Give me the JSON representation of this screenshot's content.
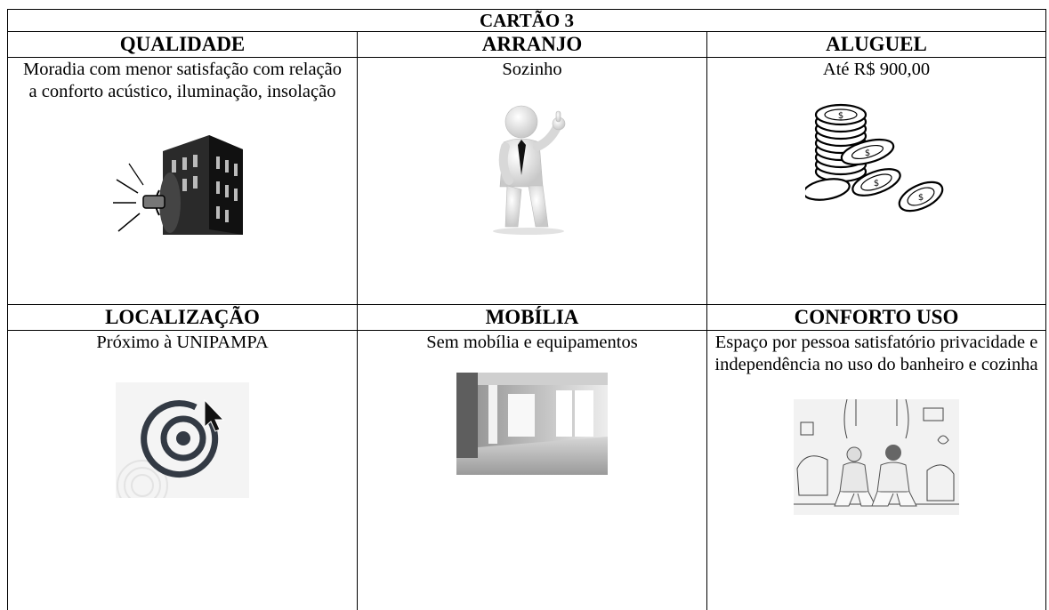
{
  "card": {
    "title": "CARTÃO 3",
    "top_row": [
      {
        "header": "QUALIDADE",
        "description": "Moradia com menor satisfação com relação a conforto acústico, iluminação, insolação",
        "icon": "noisy-building-icon"
      },
      {
        "header": "ARRANJO",
        "description": "Sozinho",
        "icon": "person-thumbs-up-icon"
      },
      {
        "header": "ALUGUEL",
        "description": "Até R$ 900,00",
        "icon": "coins-icon"
      }
    ],
    "bottom_row": [
      {
        "header": "LOCALIZAÇÃO",
        "description": "Próximo à UNIPAMPA",
        "icon": "target-cursor-icon"
      },
      {
        "header": "MOBÍLIA",
        "description": "Sem mobília e equipamentos",
        "icon": "empty-room-photo"
      },
      {
        "header": "CONFORTO USO",
        "description": "Espaço por pessoa satisfatório privacidade e independência no uso do banheiro e cozinha",
        "icon": "people-sitting-photo"
      }
    ]
  }
}
